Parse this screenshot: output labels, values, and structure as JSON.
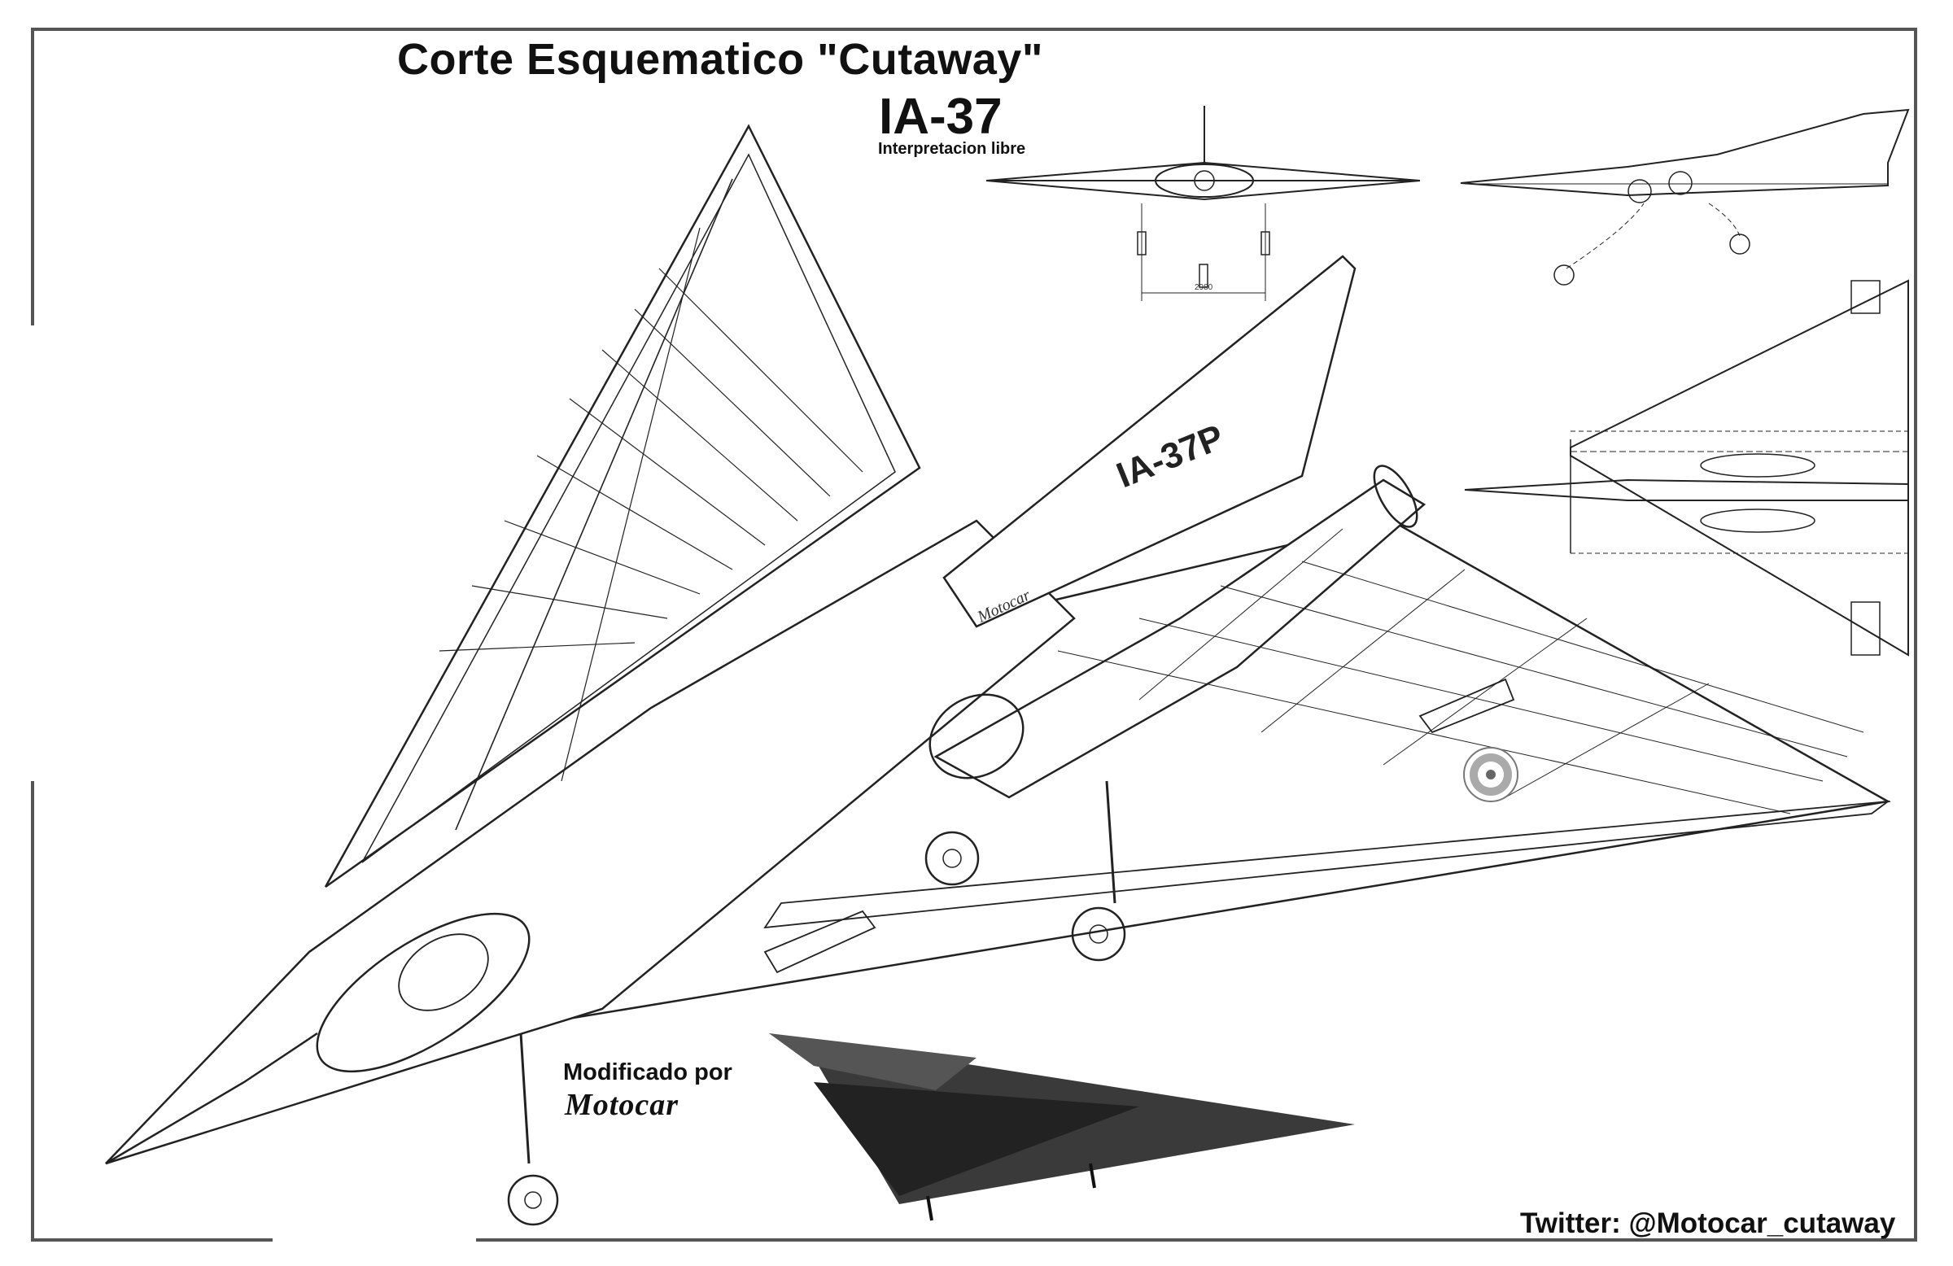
{
  "header": {
    "title": "Corte Esquematico \"Cutaway\"",
    "model": "IA-37",
    "subtitle": "Interpretacion libre"
  },
  "aircraft": {
    "tail_marking": "IA-37P",
    "fuselage_signature": "Motocar",
    "roundel_colors": [
      "#ffffff",
      "#b8b8b8",
      "#ffffff",
      "#888888"
    ]
  },
  "views": {
    "front_view_dimension": "2980"
  },
  "footer": {
    "credit_label": "Modificado por",
    "credit_name": "Motocar",
    "twitter": "Twitter:  @Motocar_cutaway"
  }
}
